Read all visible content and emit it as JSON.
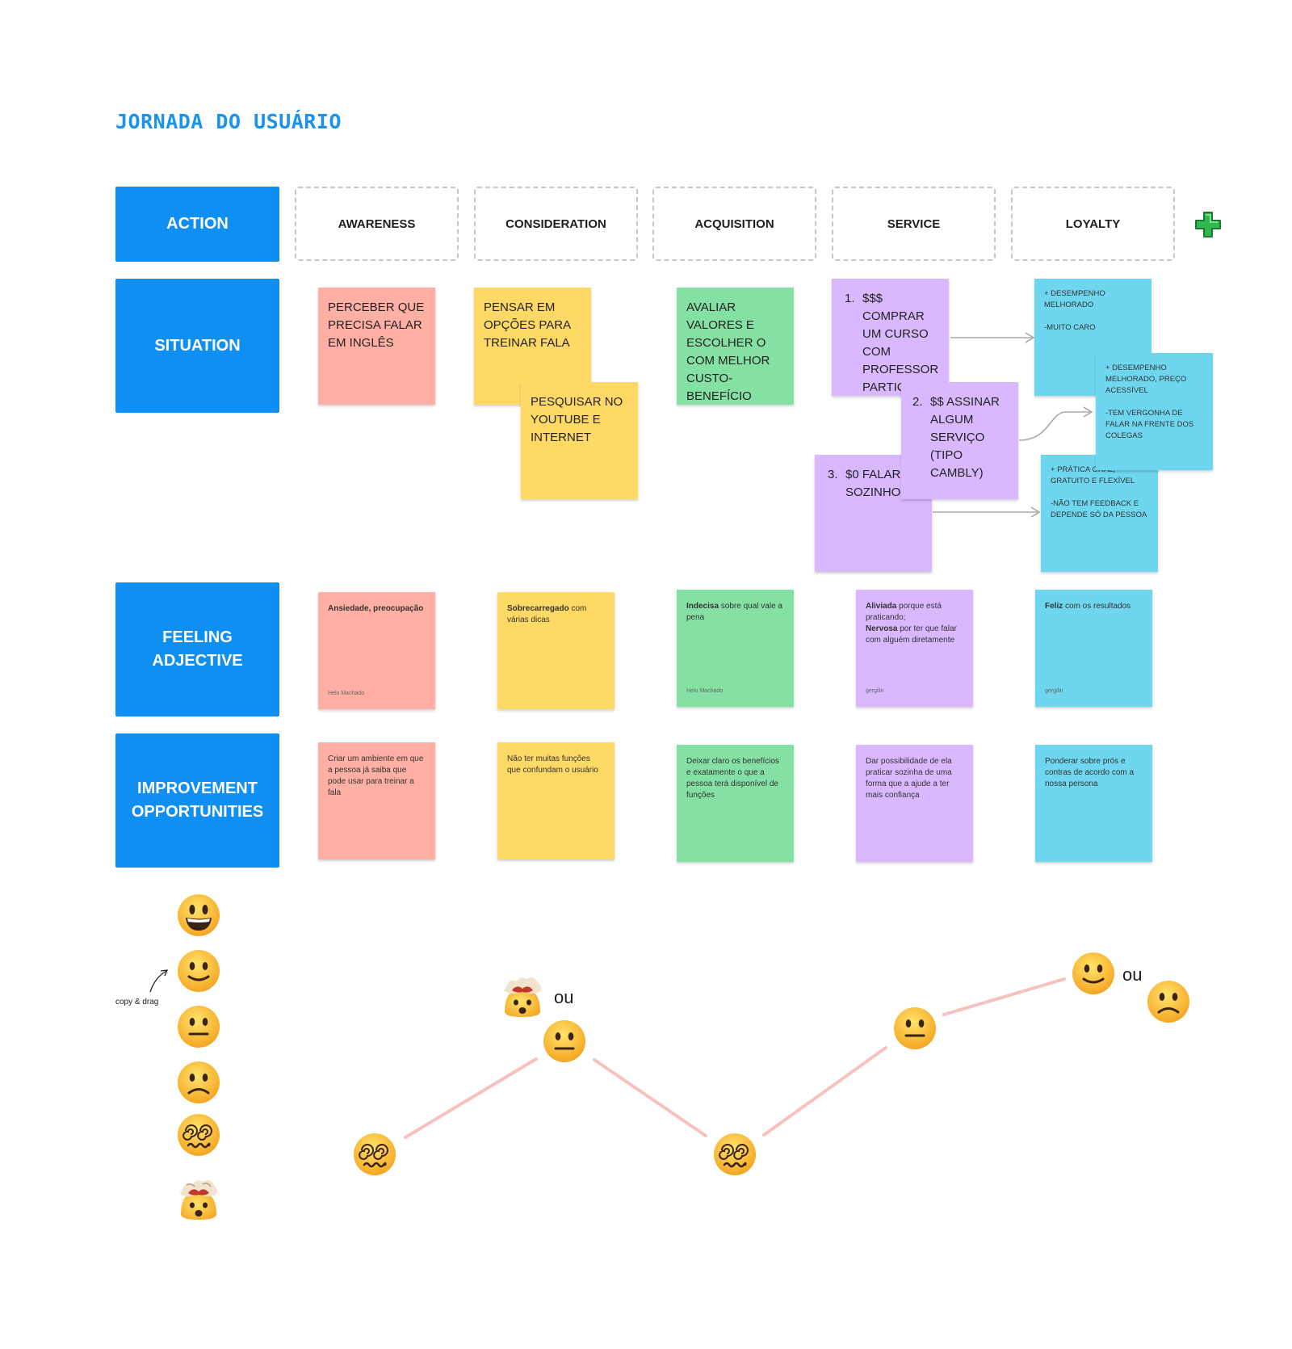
{
  "title": "JORNADA DO USUÁRIO",
  "rows": {
    "action": "ACTION",
    "situation": "SITUATION",
    "feeling": "FEELING ADJECTIVE",
    "improvement": "IMPROVEMENT OPPORTUNITIES"
  },
  "stages": [
    "AWARENESS",
    "CONSIDERATION",
    "ACQUISITION",
    "SERVICE",
    "LOYALTY"
  ],
  "situation": {
    "awareness": "PERCEBER QUE PRECISA FALAR EM INGLÊS",
    "consideration_1": "PENSAR EM OPÇÕES PARA TREINAR FALA",
    "consideration_2": "PESQUISAR NO YOUTUBE E INTERNET",
    "acquisition": "AVALIAR VALORES E ESCOLHER O COM MELHOR CUSTO-BENEFÍCIO",
    "service_1_num": "1.",
    "service_1": "$$$ COMPRAR UM CURSO  COM PROFESSOR PARTICULAR",
    "service_2_num": "2.",
    "service_2": "$$ ASSINAR ALGUM SERVIÇO (TIPO CAMBLY)",
    "service_3_num": "3.",
    "service_3": "$0 FALAR SOZINHO",
    "loyalty_1a": "+ DESEMPENHO MELHORADO",
    "loyalty_1b": "-MUITO CARO",
    "loyalty_2a": "+ DESEMPENHO MELHORADO, PREÇO ACESSÍVEL",
    "loyalty_2b": "-TEM VERGONHA DE FALAR NA FRENTE DOS COLEGAS",
    "loyalty_3a": "+ PRÁTICA ORAL, GRATUITO E FLEXÍVEL",
    "loyalty_3b": "-NÃO TEM FEEDBACK E DEPENDE SÓ DA PESSOA"
  },
  "feeling": {
    "awareness_bold": "Ansiedade, preocupação",
    "awareness_author": "Helo Machado",
    "consideration_bold": "Sobrecarregado",
    "consideration_rest": " com várias dicas",
    "acquisition_bold": "Indecisa",
    "acquisition_rest": " sobre qual vale a pena",
    "acquisition_author": "Helo Machado",
    "service_bold_1": "Aliviada",
    "service_rest_1": " porque está praticando;",
    "service_bold_2": "Nervosa",
    "service_rest_2": " por ter que falar com alguém diretamente",
    "service_author": "gergilin",
    "loyalty_bold": "Feliz",
    "loyalty_rest": " com os resultados",
    "loyalty_author": "gergilin"
  },
  "improvement": {
    "awareness": "Criar um ambiente em que a pessoa já saiba que pode usar para treinar a fala",
    "consideration": "Não ter muitas funções que confundam o usuário",
    "acquisition": "Deixar claro os benefícios e exatamente o que a pessoa terá disponível de funções",
    "service": "Dar possibilidade de ela praticar sozinha de uma forma que a ajude a ter mais confiança",
    "loyalty": "Ponderar sobre prós e contras de acordo com a nossa persona"
  },
  "palette_hint": "copy & drag",
  "emotion_labels": {
    "or_1": "ou",
    "or_2": "ou"
  },
  "colors": {
    "header": "#0f8ff2",
    "title": "#1a93f0",
    "red": "#ffafa3",
    "yellow": "#ffd966",
    "green": "#85e0a3",
    "purple": "#d9b8ff",
    "cyan": "#6fd6f0",
    "curve": "#f7c2bd"
  },
  "icons": {
    "emoji_palette": [
      "grinning-face-icon",
      "slightly-smiling-face-icon",
      "neutral-face-icon",
      "slightly-frowning-face-icon",
      "dizzy-face-icon",
      "exploding-head-icon"
    ],
    "add": "plus-icon"
  }
}
